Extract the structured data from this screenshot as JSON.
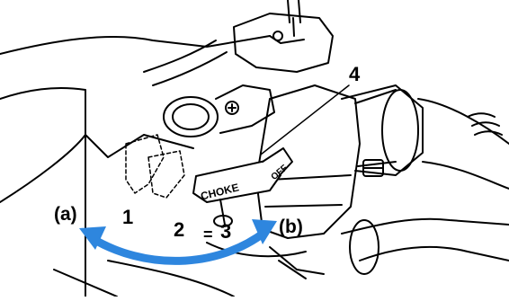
{
  "callouts": {
    "a": "(a)",
    "b": "(b)",
    "n1": "1",
    "n2": "2",
    "n3": "3",
    "n4": "4",
    "equals": "="
  },
  "lever": {
    "choke": "CHOKE",
    "off": "OFF"
  },
  "colors": {
    "arrow": "#2e86de",
    "line": "#000000",
    "background": "#ffffff"
  }
}
